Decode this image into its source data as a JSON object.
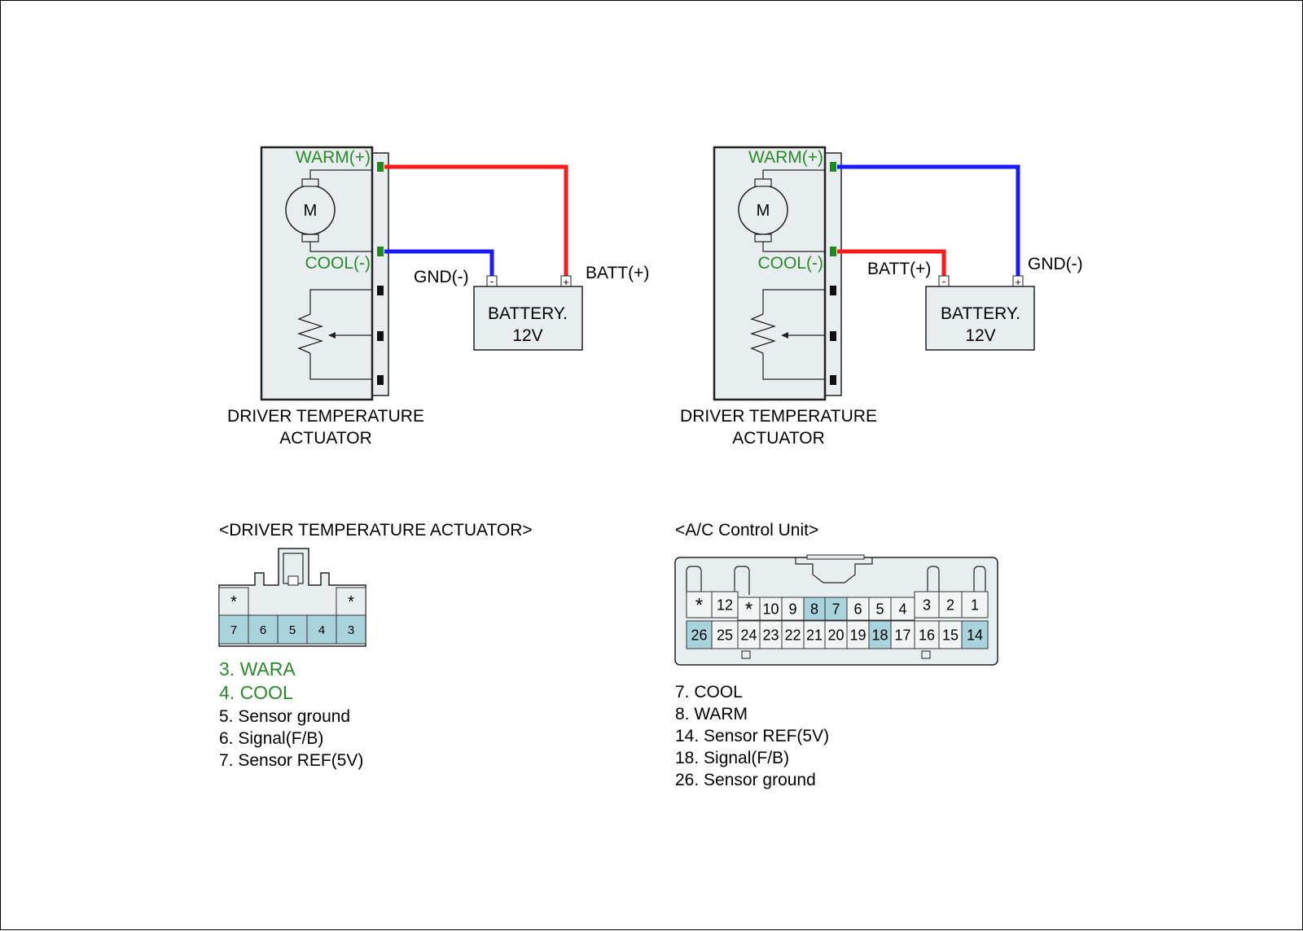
{
  "colors": {
    "wire_red": "#ff1a1a",
    "wire_blue": "#1a1aff",
    "label_green": "#2a8a2a",
    "pin_green": "#1f8a1f",
    "highlight_pin": "#a9d3dd",
    "body_fill": "#e8eef0",
    "outline": "#222222"
  },
  "left_circuit": {
    "warm_label": "WARM(+)",
    "cool_label": "COOL(-)",
    "motor_label": "M",
    "gnd_label": "GND(-)",
    "batt_label": "BATT(+)",
    "battery_line1": "BATTERY.",
    "battery_line2": "12V",
    "terminal_neg": "-",
    "terminal_pos": "+",
    "caption_line1": "DRIVER TEMPERATURE",
    "caption_line2": "ACTUATOR"
  },
  "right_circuit": {
    "warm_label": "WARM(+)",
    "cool_label": "COOL(-)",
    "motor_label": "M",
    "batt_label": "BATT(+)",
    "gnd_label": "GND(-)",
    "battery_line1": "BATTERY.",
    "battery_line2": "12V",
    "terminal_neg": "-",
    "terminal_pos": "+",
    "caption_line1": "DRIVER TEMPERATURE",
    "caption_line2": "ACTUATOR"
  },
  "actuator_connector": {
    "title": "<DRIVER TEMPERATURE ACTUATOR>",
    "top_row": [
      "*",
      "",
      "",
      "",
      "*"
    ],
    "bottom_row": [
      "7",
      "6",
      "5",
      "4",
      "3"
    ],
    "legend_green": [
      "3. WARA",
      "4. COOL"
    ],
    "legend": [
      "5. Sensor ground",
      "6. Signal(F/B)",
      "7. Sensor REF(5V)"
    ]
  },
  "ac_connector": {
    "title": "<A/C Control Unit>",
    "top_row": [
      "*",
      "12",
      "*",
      "10",
      "9",
      "8",
      "7",
      "6",
      "5",
      "4",
      "3",
      "2",
      "1"
    ],
    "bottom_row": [
      "26",
      "25",
      "24",
      "23",
      "22",
      "21",
      "20",
      "19",
      "18",
      "17",
      "16",
      "15",
      "14"
    ],
    "highlighted": [
      "8",
      "7",
      "26",
      "18",
      "14"
    ],
    "legend": [
      "7. COOL",
      "8. WARM",
      "14. Sensor REF(5V)",
      "18. Signal(F/B)",
      "26. Sensor ground"
    ]
  }
}
